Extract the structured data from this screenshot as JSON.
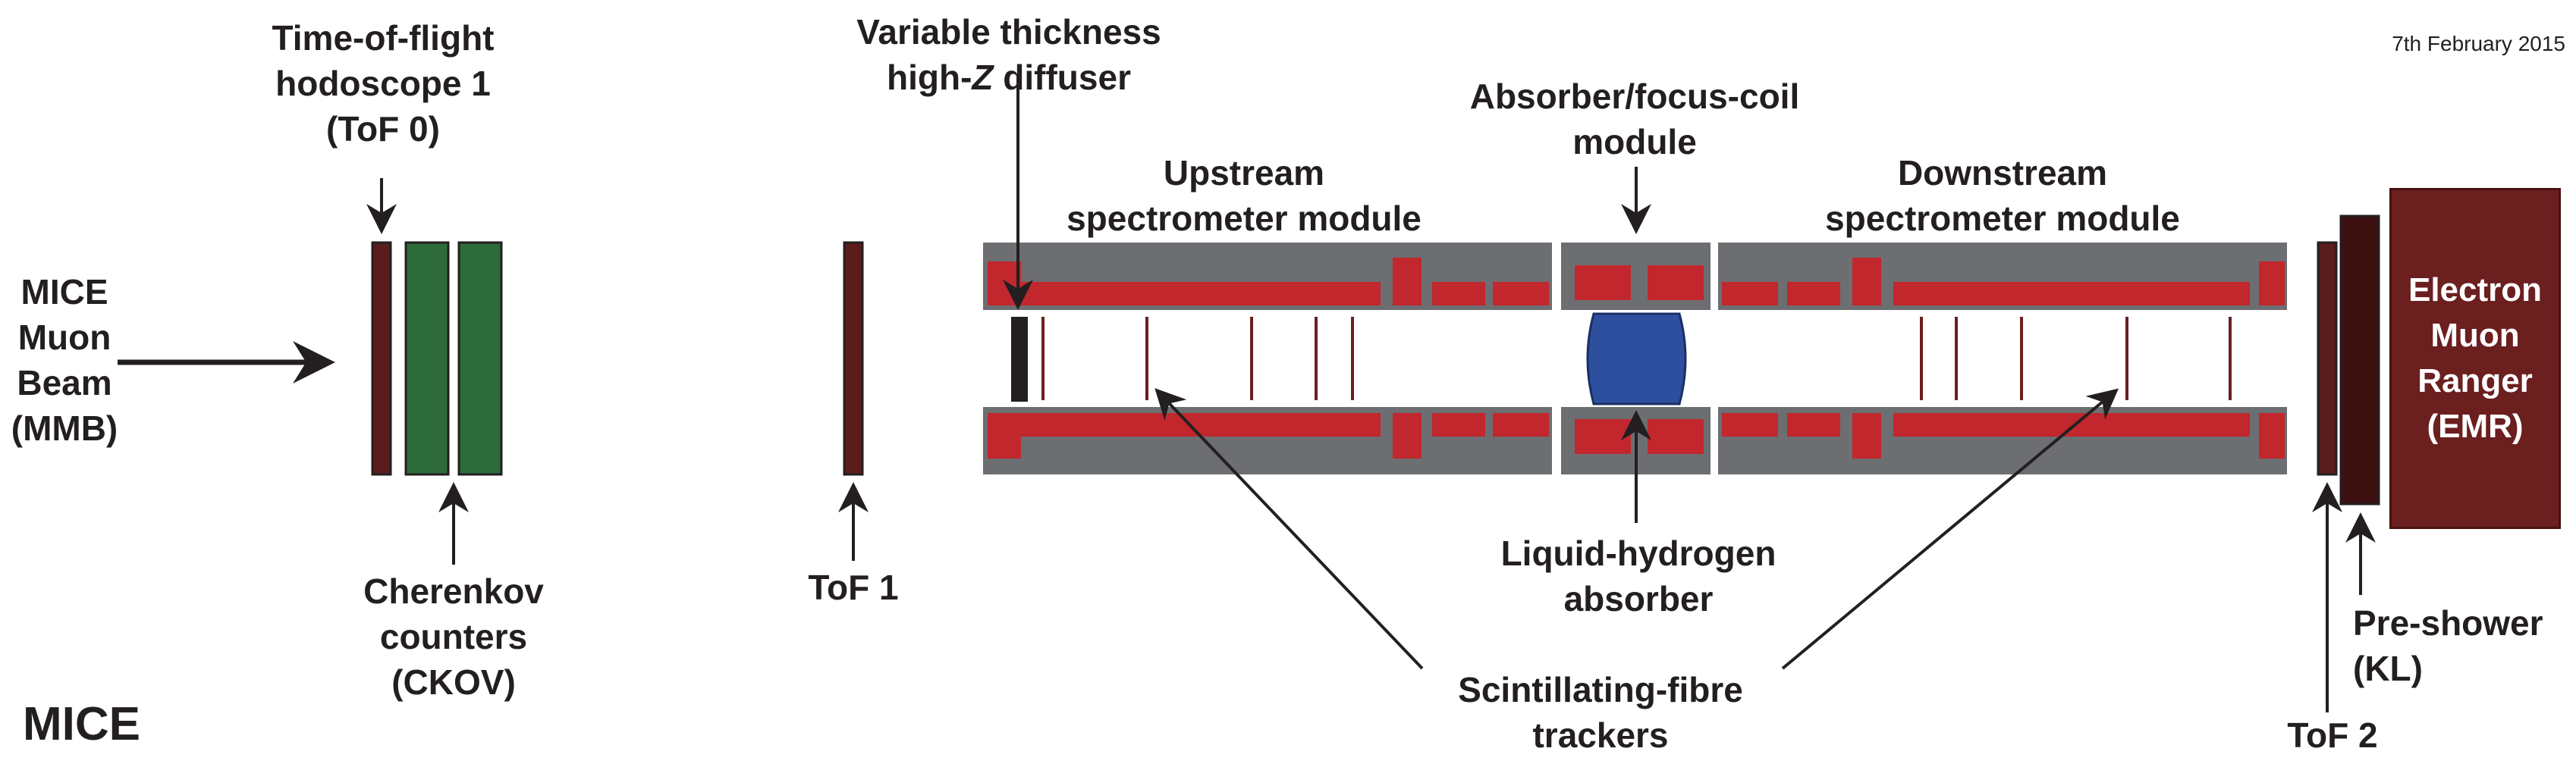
{
  "date": "7th February 2015",
  "title": "MICE",
  "labels": {
    "tof0": [
      "Time-of-flight",
      "hodoscope 1",
      "(ToF 0)"
    ],
    "beam": [
      "MICE",
      "Muon",
      "Beam",
      "(MMB)"
    ],
    "ckov": [
      "Cherenkov",
      "counters",
      "(CKOV)"
    ],
    "tof1": [
      "ToF 1"
    ],
    "diffuser": [
      "Variable thickness",
      "high-Z diffuser"
    ],
    "upstream": [
      "Upstream",
      "spectrometer module"
    ],
    "afc": [
      "Absorber/focus-coil",
      "module"
    ],
    "downstream": [
      "Downstream",
      "spectrometer module"
    ],
    "lh2": [
      "Liquid-hydrogen",
      "absorber"
    ],
    "trackers": [
      "Scintillating-fibre",
      "trackers"
    ],
    "tof2": [
      "ToF 2"
    ],
    "kl": [
      "Pre-shower",
      "(KL)"
    ],
    "emr": [
      "Electron",
      "Muon",
      "Ranger",
      "(EMR)"
    ]
  },
  "colors": {
    "module_grey": "#6d6e71",
    "coil_red": "#c1272d",
    "tof_brown": "#5b1c1c",
    "ckov_green": "#2e6b3a",
    "lh2_blue": "#2e4f9e",
    "emr_fill": "#6b1f1f",
    "text": "#231f20"
  }
}
